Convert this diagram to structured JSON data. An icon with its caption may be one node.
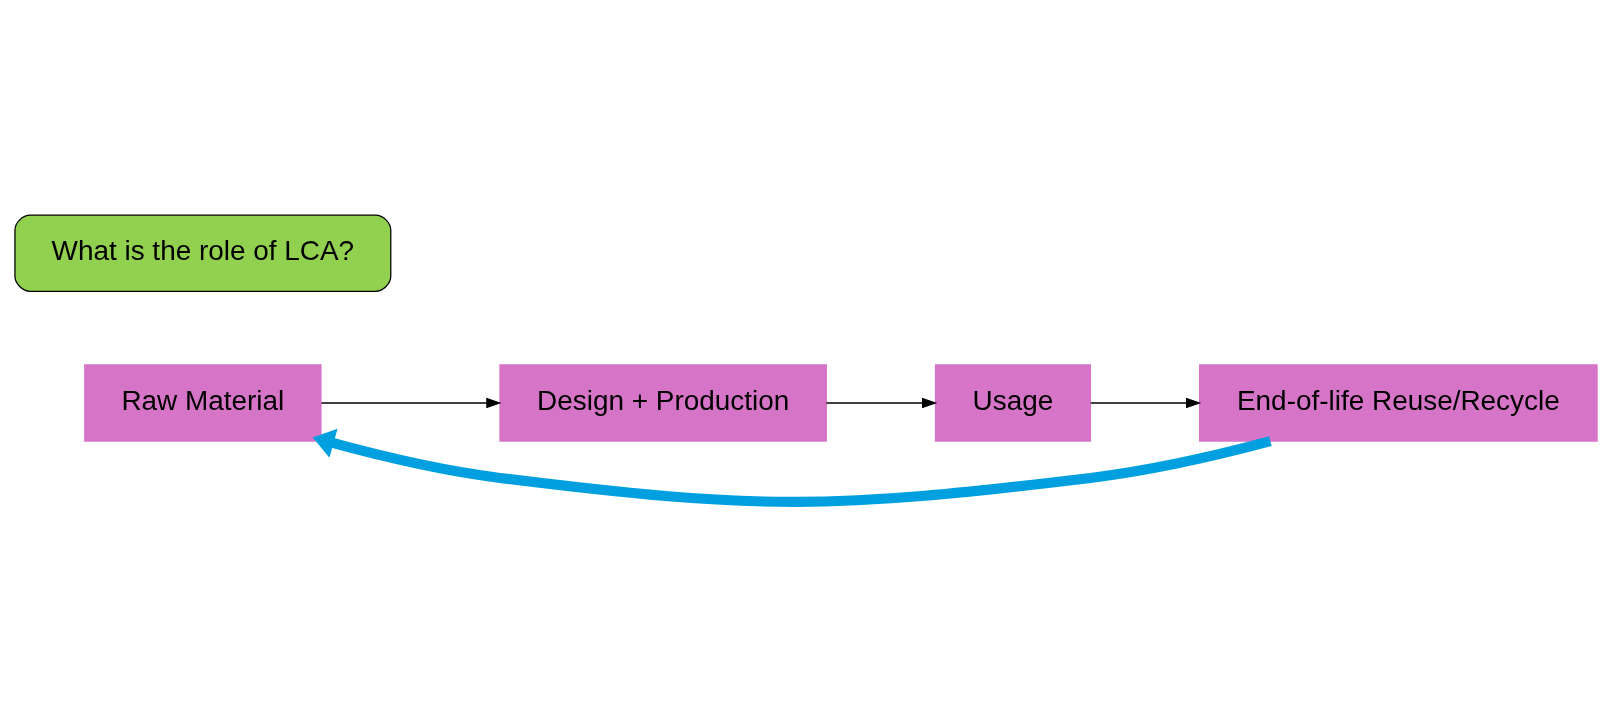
{
  "diagram": {
    "nodes": [
      {
        "text": [
          "Raw Material"
        ]
      },
      {
        "text": [
          "Design + Production"
        ]
      },
      {
        "text": [
          "Usage"
        ]
      },
      {
        "text": [
          "End-of-life Reuse/Recycle"
        ]
      },
      {
        "text": [
          "What is the role of LCA?"
        ]
      }
    ],
    "edges": [
      {
        "from": 0,
        "to": 1,
        "arrow": "to"
      },
      {
        "from": 1,
        "to": 2,
        "arrow": "to"
      },
      {
        "from": 2,
        "to": 3,
        "arrow": "to"
      },
      {
        "from": 3,
        "to": 0,
        "arrow": "to",
        "style": "thick",
        "color": "#00a0e0"
      }
    ]
  }
}
